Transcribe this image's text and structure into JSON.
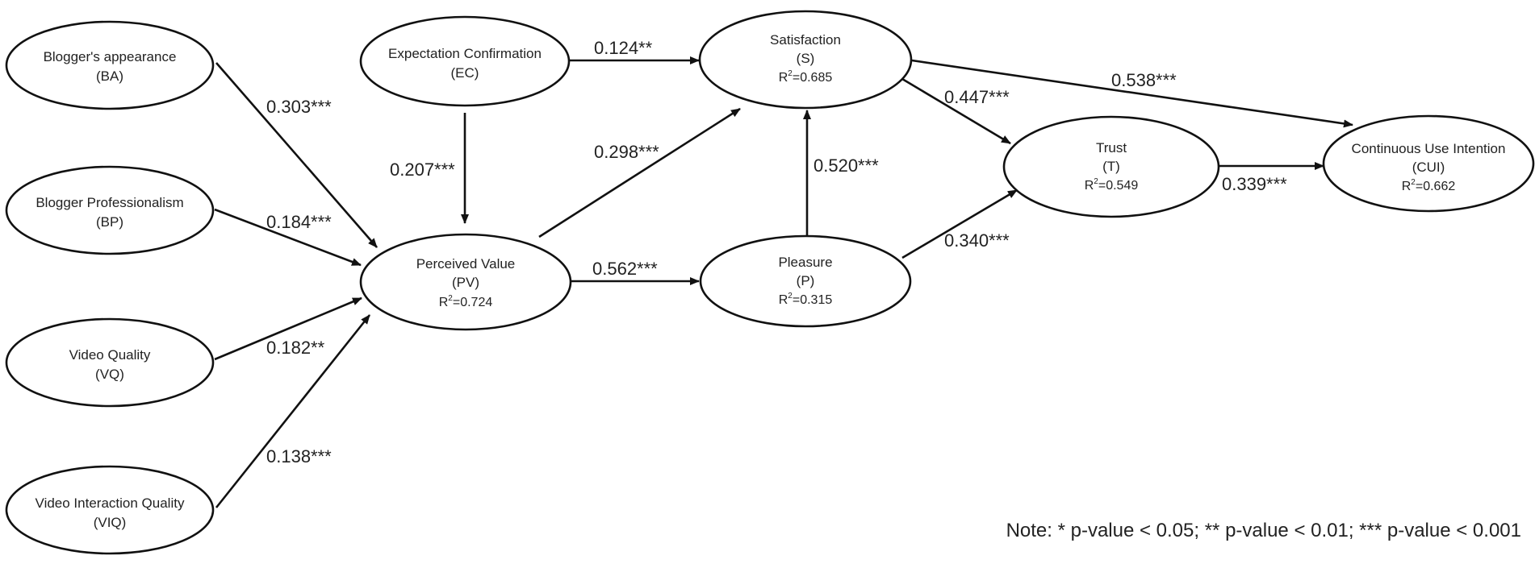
{
  "nodes": {
    "ba": {
      "name": "Blogger's appearance",
      "abbr": "(BA)"
    },
    "bp": {
      "name": "Blogger Professionalism",
      "abbr": "(BP)"
    },
    "vq": {
      "name": "Video Quality",
      "abbr": "(VQ)"
    },
    "viq": {
      "name": "Video Interaction Quality",
      "abbr": "(VIQ)"
    },
    "ec": {
      "name": "Expectation Confirmation",
      "abbr": "(EC)"
    },
    "pv": {
      "name": "Perceived Value",
      "abbr": "(PV)",
      "r2_prefix": "R",
      "r2_sup": "2",
      "r2_value": "=0.724"
    },
    "s": {
      "name": "Satisfaction",
      "abbr": "(S)",
      "r2_prefix": "R",
      "r2_sup": "2",
      "r2_value": "=0.685"
    },
    "p": {
      "name": "Pleasure",
      "abbr": "(P)",
      "r2_prefix": "R",
      "r2_sup": "2",
      "r2_value": "=0.315"
    },
    "t": {
      "name": "Trust",
      "abbr": "(T)",
      "r2_prefix": "R",
      "r2_sup": "2",
      "r2_value": "=0.549"
    },
    "cui": {
      "name": "Continuous Use Intention",
      "abbr": "(CUI)",
      "r2_prefix": "R",
      "r2_sup": "2",
      "r2_value": "=0.662"
    }
  },
  "edges": {
    "ba_pv": "0.303***",
    "bp_pv": "0.184***",
    "vq_pv": "0.182**",
    "viq_pv": "0.138***",
    "ec_pv": "0.207***",
    "ec_s": "0.124**",
    "pv_s": "0.298***",
    "pv_p": "0.562***",
    "p_s": "0.520***",
    "s_t": "0.447***",
    "s_cui": "0.538***",
    "p_t": "0.340***",
    "t_cui": "0.339***"
  },
  "note": "Note: * p-value < 0.05;  ** p-value < 0.01;  *** p-value < 0.001"
}
